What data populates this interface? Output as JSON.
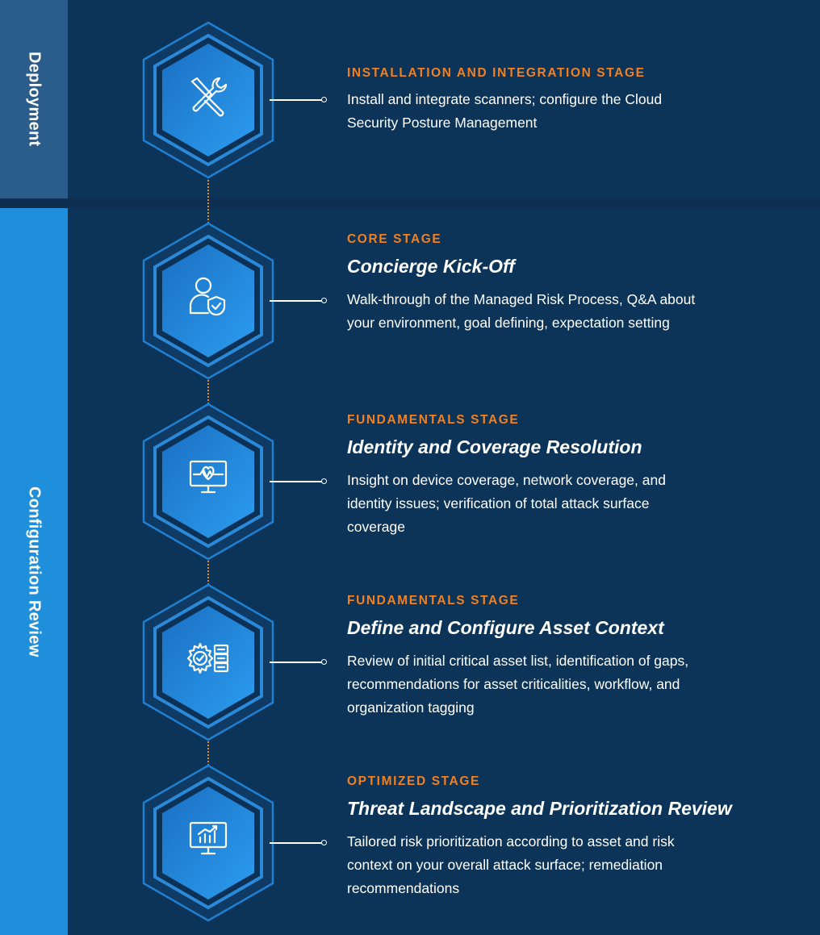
{
  "sections": {
    "deployment": "Deployment",
    "configuration": "Configuration Review"
  },
  "colors": {
    "background": "#0c3459",
    "accent_orange": "#f2801f",
    "deploy_tab": "#2a5d8b",
    "config_tab": "#1f8fdc",
    "hex_gradient_start": "#1a6fc2",
    "hex_gradient_end": "#2c9df0"
  },
  "stages": [
    {
      "label": "INSTALLATION AND INTEGRATION STAGE",
      "title": "",
      "description": "Install and integrate scanners; configure the Cloud Security Posture Management",
      "icon": "tools-icon"
    },
    {
      "label": "CORE STAGE",
      "title": "Concierge Kick-Off",
      "description": "Walk-through of the Managed Risk Process, Q&A about your environment, goal defining, expectation setting",
      "icon": "user-shield-icon"
    },
    {
      "label": "FUNDAMENTALS STAGE",
      "title": "Identity and Coverage Resolution",
      "description": "Insight on device coverage, network coverage, and identity issues; verification of total attack surface coverage",
      "icon": "monitor-heartbeat-icon"
    },
    {
      "label": "FUNDAMENTALS STAGE",
      "title": "Define and Configure Asset Context",
      "description": "Review of initial critical asset list, identification of gaps, recommendations for asset criticalities, workflow, and organization tagging",
      "icon": "gear-server-icon"
    },
    {
      "label": "OPTIMIZED STAGE",
      "title": "Threat Landscape and Prioritization Review",
      "description": "Tailored risk prioritization according to asset and risk context on your overall attack surface; remediation recommendations",
      "icon": "monitor-chart-icon"
    }
  ]
}
